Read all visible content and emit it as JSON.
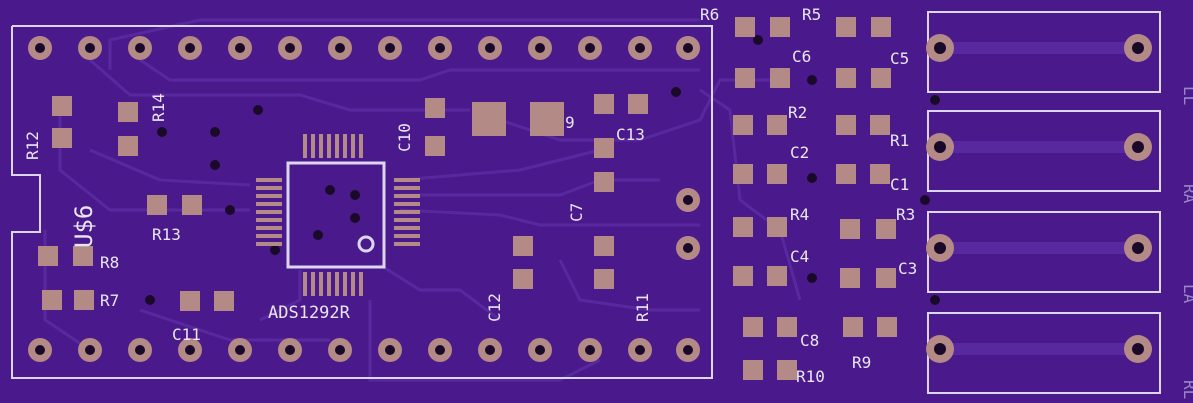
{
  "board": {
    "colors": {
      "board": "#4a1a8c",
      "board_dark": "#3d1478",
      "trace": "#5a2aa0",
      "pad": "#b38a86",
      "silk": "#dcd6ee",
      "via": "#1a0a2a"
    },
    "chip_name": "ADS1292R",
    "footprint_name": "U$6",
    "components": [
      "R12",
      "R14",
      "R13",
      "R8",
      "R7",
      "C11",
      "C10",
      "C13",
      "C7",
      "C12",
      "R11",
      "9",
      "R6",
      "R5",
      "C6",
      "C5",
      "R2",
      "R1",
      "C2",
      "C1",
      "R4",
      "R3",
      "C4",
      "C3",
      "C8",
      "R9",
      "R10"
    ],
    "connector_labels": [
      "LL",
      "RA",
      "LA",
      "RL"
    ]
  }
}
